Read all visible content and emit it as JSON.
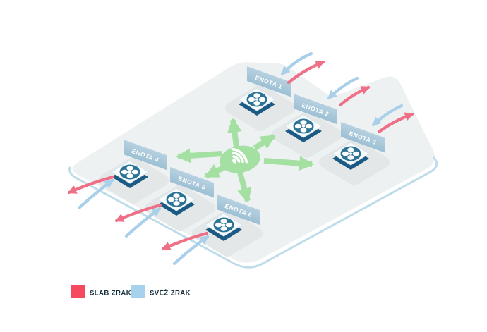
{
  "units": [
    {
      "label": "ENOTA 1"
    },
    {
      "label": "ENOTA 2"
    },
    {
      "label": "ENOTA 3"
    },
    {
      "label": "ENOTA 4"
    },
    {
      "label": "ENOTA 5"
    },
    {
      "label": "ENOTA 6"
    }
  ],
  "hub": {
    "icon": "wifi-icon"
  },
  "unit_icon": "fan-icon",
  "legend": {
    "items": [
      {
        "label": "SLAB ZRAK",
        "color": "#f4495f"
      },
      {
        "label": "SVEŽ ZRAK",
        "color": "#a7d2ec"
      }
    ]
  },
  "colors": {
    "signal_green": "#a4e0a1",
    "stale_air_red": "#ef7086",
    "fresh_air_blue": "#a9cfe9",
    "platform": "#eef1f2",
    "platform_rim": "#bedce9",
    "unit_pad": "#e3e7e8",
    "banner_top": "#b7d1e0",
    "banner_bottom": "#9cc0d4",
    "device_base": "#1b5b83",
    "device_top": "#f9fcfd",
    "fan_circle": "#2c7496",
    "legend_text": "#16303f"
  }
}
